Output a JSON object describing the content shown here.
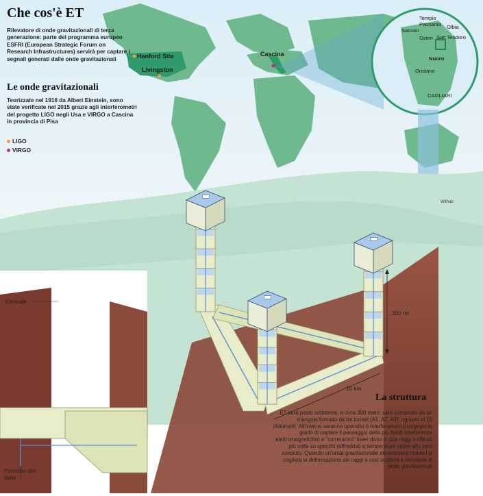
{
  "header": {
    "title": "Che cos'è ET",
    "intro": "Rilevatore di onde gravitazionali di terza generazione: parte del programma europeo ESFRI (European Strategic Forum on Research Infrastructures) servirà per captare i segnali generati dalle onde gravitazionali"
  },
  "section_waves": {
    "heading": "Le onde gravitazionali",
    "text": "Teorizzate nel 1916 da Albert Einstein, sono state verificate nel 2015 grazie agli interferometri del progetto LIGO negli Usa e VIRGO a Cascina in provincia di Pisa"
  },
  "legend": [
    {
      "label": "LIGO",
      "color": "#e8a33a"
    },
    {
      "label": "VIRGO",
      "color": "#c2317b"
    }
  ],
  "map_labels": {
    "hanford": "Hanford Site",
    "livingston": "Livingston",
    "cascina": "Cascina"
  },
  "inset_labels": {
    "tempio": "Tempio Pausania",
    "olbia": "Olbia",
    "sassari": "Sassari",
    "ozieri": "Ozieri",
    "san_teodoro": "San Teodoro",
    "nuoro": "Nuoro",
    "oristano": "Oristano",
    "cagliari": "CAGLIARI"
  },
  "credit": "Withub",
  "dimensions": {
    "depth": "300 mt",
    "length": "10 km"
  },
  "callouts": {
    "centrale": "Centrale",
    "percorso": "Percorso del laser"
  },
  "structure": {
    "heading": "La struttura",
    "text": "ET sarà posto sottoterra, a circa 300 metri: sarà composto da un triangolo formato da tre tunnel (A1, A2, A3), ognuno di 10 chilometri. All'interno saranno operativi 6 interferometri (congegni in grado di captare il passaggio delle più flebili interferenze elettromagnetiche) e \"correranno\" laser divisi in due raggi e riflessi più volte su specchi raffreddati a temperature vicine allo zero assoluto. Quando un'onda gravitazionale attraverserà i tunnel si coglierà la deformazione dei raggi e così scatterà il rilevatore di onde gravitazionali"
  },
  "colors": {
    "ocean": "#cfe4f0",
    "land": "#6fb98e",
    "ground_top": "#c4e3d3",
    "soil": "#8b4b3b",
    "tunnel": "#e9ecc8",
    "laser": "#5a8ed6",
    "ligo": "#e8a33a",
    "virgo": "#c2317b",
    "accent": "#2f9a6a"
  }
}
